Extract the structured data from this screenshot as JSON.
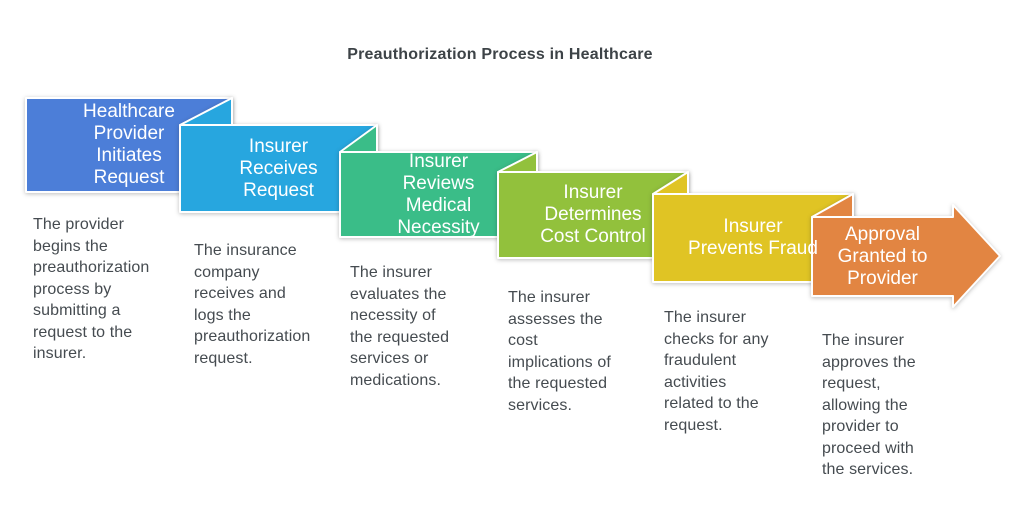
{
  "page": {
    "title": "Preauthorization Process in Healthcare",
    "background_color": "#ffffff",
    "title_color": "#3d4347",
    "description_text_color": "#454b50",
    "shape_border_color": "#ffffff"
  },
  "steps": [
    {
      "label": "Healthcare\nProvider\nInitiates\nRequest",
      "description": "The provider\nbegins the\npreauthorization\nprocess by\nsubmitting a\nrequest to the\ninsurer.",
      "color": "#4c7ed8"
    },
    {
      "label": "Insurer\nReceives\nRequest",
      "description": "The insurance\ncompany\nreceives and\nlogs the\npreauthorization\nrequest.",
      "color": "#27a6df"
    },
    {
      "label": "Insurer\nReviews\nMedical\nNecessity",
      "description": "The insurer\nevaluates the\nnecessity of\nthe requested\nservices or\nmedications.",
      "color": "#3abd88"
    },
    {
      "label": "Insurer\nDetermines\nCost Control",
      "description": "The insurer\nassesses the\ncost\nimplications of\nthe requested\nservices.",
      "color": "#92c13c"
    },
    {
      "label": "Insurer\nPrevents Fraud",
      "description": "The insurer\nchecks for any\nfraudulent\nactivities\nrelated to the\nrequest.",
      "color": "#e0c424"
    },
    {
      "label": "Approval\nGranted to\nProvider",
      "description": "The insurer\napproves the\nrequest,\nallowing the\nprovider to\nproceed with\nthe services.",
      "color": "#e28542"
    }
  ]
}
